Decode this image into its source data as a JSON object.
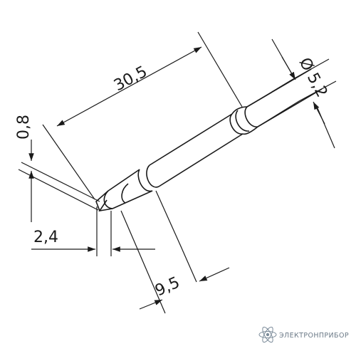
{
  "dimensions": {
    "length": "30,5",
    "diameter_symbol": "Ø",
    "diameter": "5,2",
    "thickness": "0,8",
    "width": "2,4",
    "taper_length": "9,5"
  },
  "watermark": {
    "text": "ЭЛЕКТРОНПРИБОР",
    "logo": "atom-logo-icon"
  },
  "colors": {
    "line": "#1a1a1a",
    "watermark": "#5b6b7a",
    "background": "#ffffff"
  }
}
